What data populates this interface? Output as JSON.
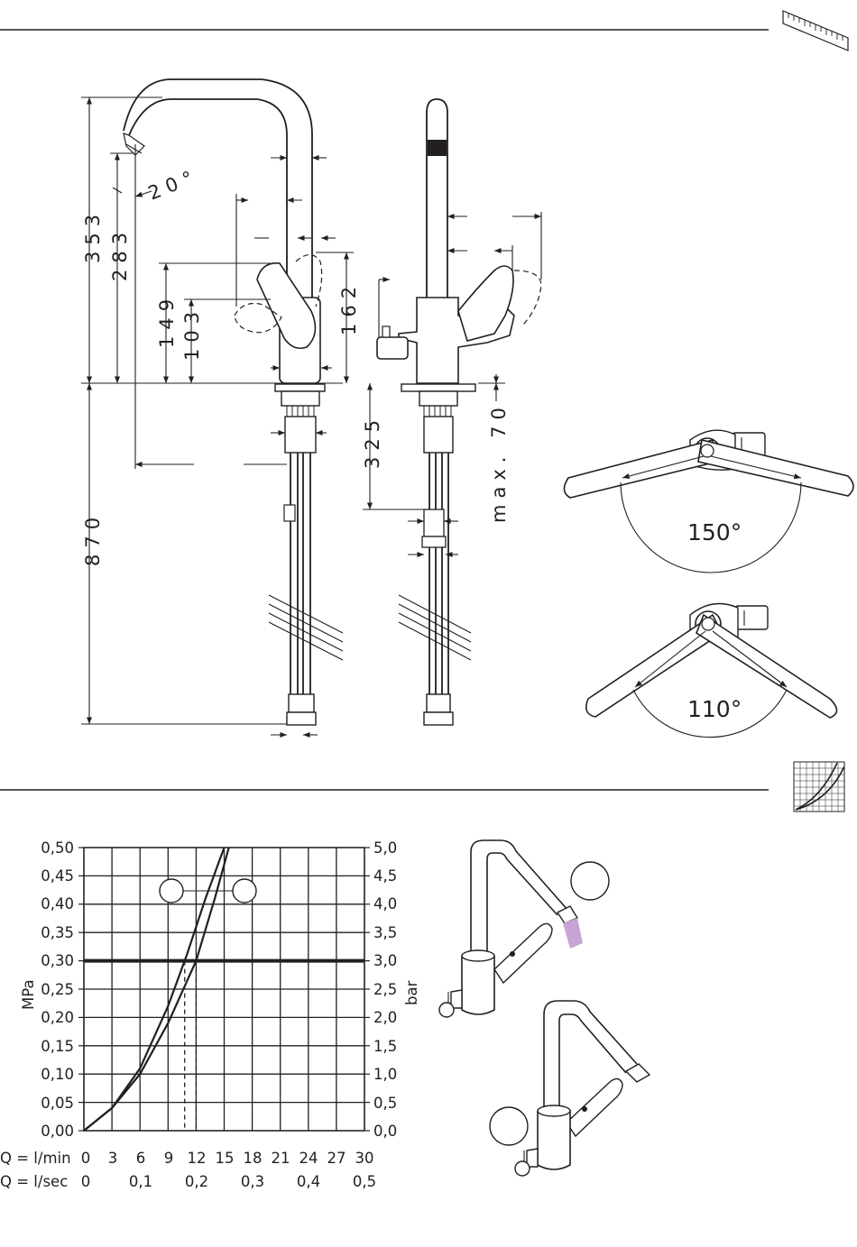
{
  "dimensions": {
    "spout_angle": "20°",
    "total_height": "353",
    "spout_height": "283",
    "lever_height": "149",
    "body_height": "103",
    "lever_reach": "162",
    "hose_length": "870",
    "shank_length": "325",
    "max_deck_thickness": "max. 70"
  },
  "swivel_angles": [
    "150°",
    "110°"
  ],
  "flow_chart": {
    "left_axis_ticks": [
      "0,50",
      "0,45",
      "0,40",
      "0,35",
      "0,30",
      "0,25",
      "0,20",
      "0,15",
      "0,10",
      "0,05",
      "0,00"
    ],
    "right_axis_ticks": [
      "5,0",
      "4,5",
      "4,0",
      "3,5",
      "3,0",
      "2,5",
      "2,0",
      "1,5",
      "1,0",
      "0,5",
      "0,0"
    ],
    "left_unit": "MPa",
    "right_unit": "bar",
    "q_min_label": "Q = l/min",
    "q_min_ticks": [
      "0",
      "3",
      "6",
      "9",
      "12",
      "15",
      "18",
      "21",
      "24",
      "27",
      "30"
    ],
    "q_sec_label": "Q = l/sec",
    "q_sec_ticks": [
      "0",
      "0,1",
      "0,2",
      "0,3",
      "0,4",
      "0,5"
    ]
  },
  "chart_data": {
    "type": "line",
    "x": [
      0,
      3,
      6,
      9,
      12,
      15,
      18,
      21,
      24,
      27,
      30
    ],
    "xlabel": "Q = l/min",
    "ylabel": "MPa",
    "ylim": [
      0,
      0.5
    ],
    "xlim": [
      0,
      30
    ],
    "grid": true,
    "reference_line_y": 0.3,
    "series": [
      {
        "x": [
          0,
          3,
          6,
          9,
          11,
          13,
          15
        ],
        "y": [
          0,
          0.04,
          0.11,
          0.22,
          0.31,
          0.41,
          0.5
        ]
      },
      {
        "x": [
          0,
          3,
          6,
          9,
          12,
          14,
          15.5
        ],
        "y": [
          0,
          0.04,
          0.1,
          0.19,
          0.3,
          0.41,
          0.5
        ]
      }
    ]
  },
  "colors": {
    "ink": "#231f20",
    "spray": "#c8a4d6"
  }
}
